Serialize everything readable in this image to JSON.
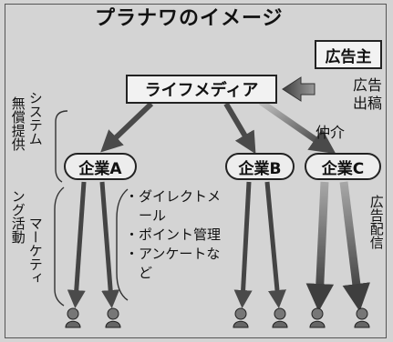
{
  "title": "プラナワのイメージ",
  "nodes": {
    "advertiser": "広告主",
    "life_media": "ライフメディア",
    "company_a": "企業A",
    "company_b": "企業B",
    "company_c": "企業C"
  },
  "labels": {
    "ad_submission": "広告出稿",
    "intermediary": "仲介",
    "ad_delivery": "広告配信",
    "free_system_col1": "無償提供",
    "free_system_col2": "システム",
    "marketing_col1": "ング活動",
    "marketing_col2": "マーケティ"
  },
  "marketing_items": [
    "ダイレクトメール",
    "ポイント管理",
    "アンケートなど"
  ],
  "colors": {
    "background": "#d4d4d4",
    "box_fill": "#f2f2f2",
    "arrow_dark": "#4a4a4a",
    "arrow_gradient_top": "#9a9a9a",
    "arrow_gradient_bottom": "#3e3e3e"
  },
  "icons": [
    "person-icon"
  ]
}
